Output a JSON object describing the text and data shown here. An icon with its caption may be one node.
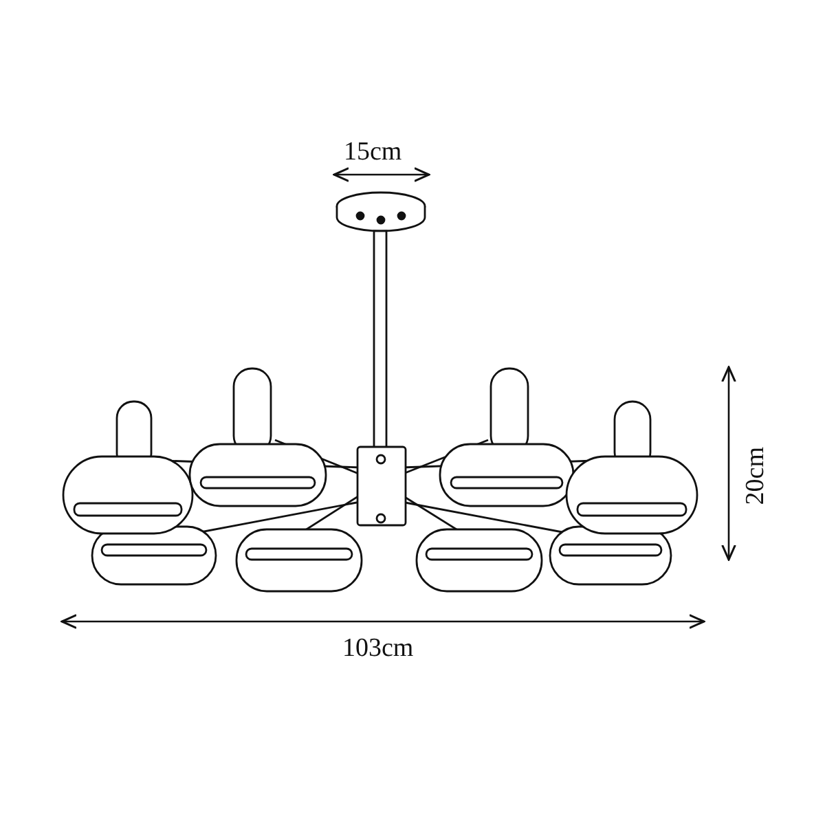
{
  "diagram": {
    "labels": [
      "15cm",
      "20cm",
      "103cm"
    ]
  }
}
